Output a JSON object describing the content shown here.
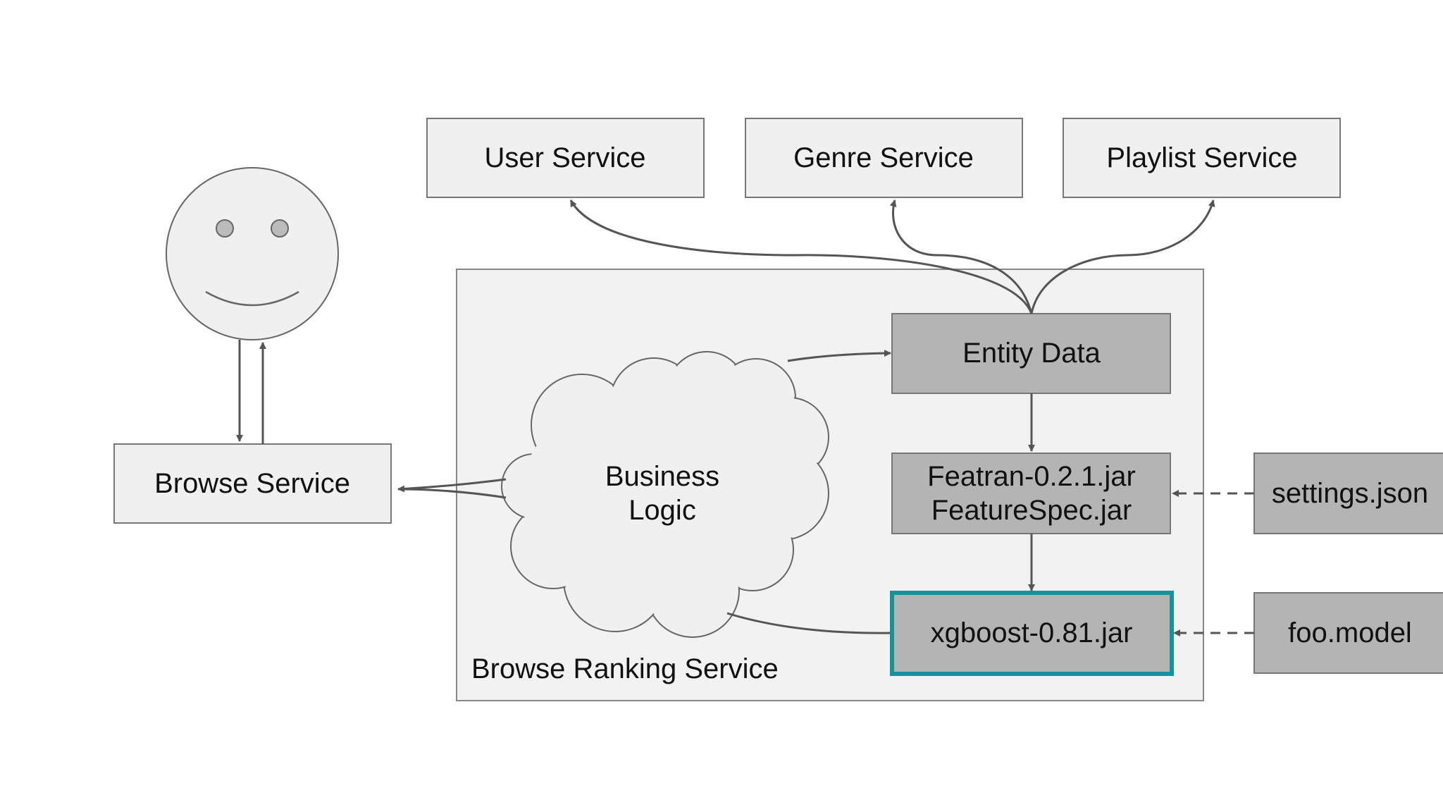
{
  "boxes": {
    "user_service": "User Service",
    "genre_service": "Genre Service",
    "playlist_service": "Playlist Service",
    "browse_service": "Browse Service",
    "entity_data": "Entity Data",
    "featran_line1": "Featran-0.2.1.jar",
    "featran_line2": "FeatureSpec.jar",
    "xgboost": "xgboost-0.81.jar",
    "settings": "settings.json",
    "foo_model": "foo.model"
  },
  "cloud": {
    "line1": "Business",
    "line2": "Logic"
  },
  "container": {
    "label": "Browse Ranking Service"
  },
  "colors": {
    "light_box_fill": "#f0f0f0",
    "dark_box_fill": "#b4b4b4",
    "container_fill": "#f2f2f2",
    "stroke": "#555555",
    "highlight": "#15929c"
  },
  "icons": {
    "user": "smiley-face-icon"
  }
}
